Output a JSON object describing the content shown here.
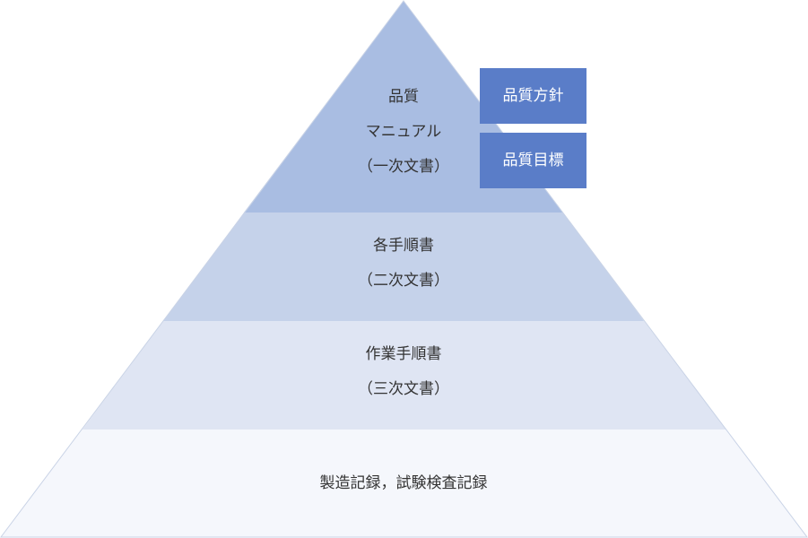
{
  "tiers": {
    "top": {
      "line1": "品質",
      "line2": "マニュアル",
      "line3": "（一次文書）",
      "fill": "#a9bde2"
    },
    "second": {
      "line1": "各手順書",
      "line2": "（二次文書）",
      "fill": "#c5d2ea"
    },
    "third": {
      "line1": "作業手順書",
      "line2": "（三次文書）",
      "fill": "#dfe5f3"
    },
    "base": {
      "line1": "製造記録，試験検査記録",
      "fill": "#f5f7fc"
    }
  },
  "tags": {
    "policy": "品質方針",
    "objective": "品質目標",
    "fill": "#5a7dc8"
  },
  "colors": {
    "outline": "#c9d3e6",
    "text": "#333333"
  }
}
